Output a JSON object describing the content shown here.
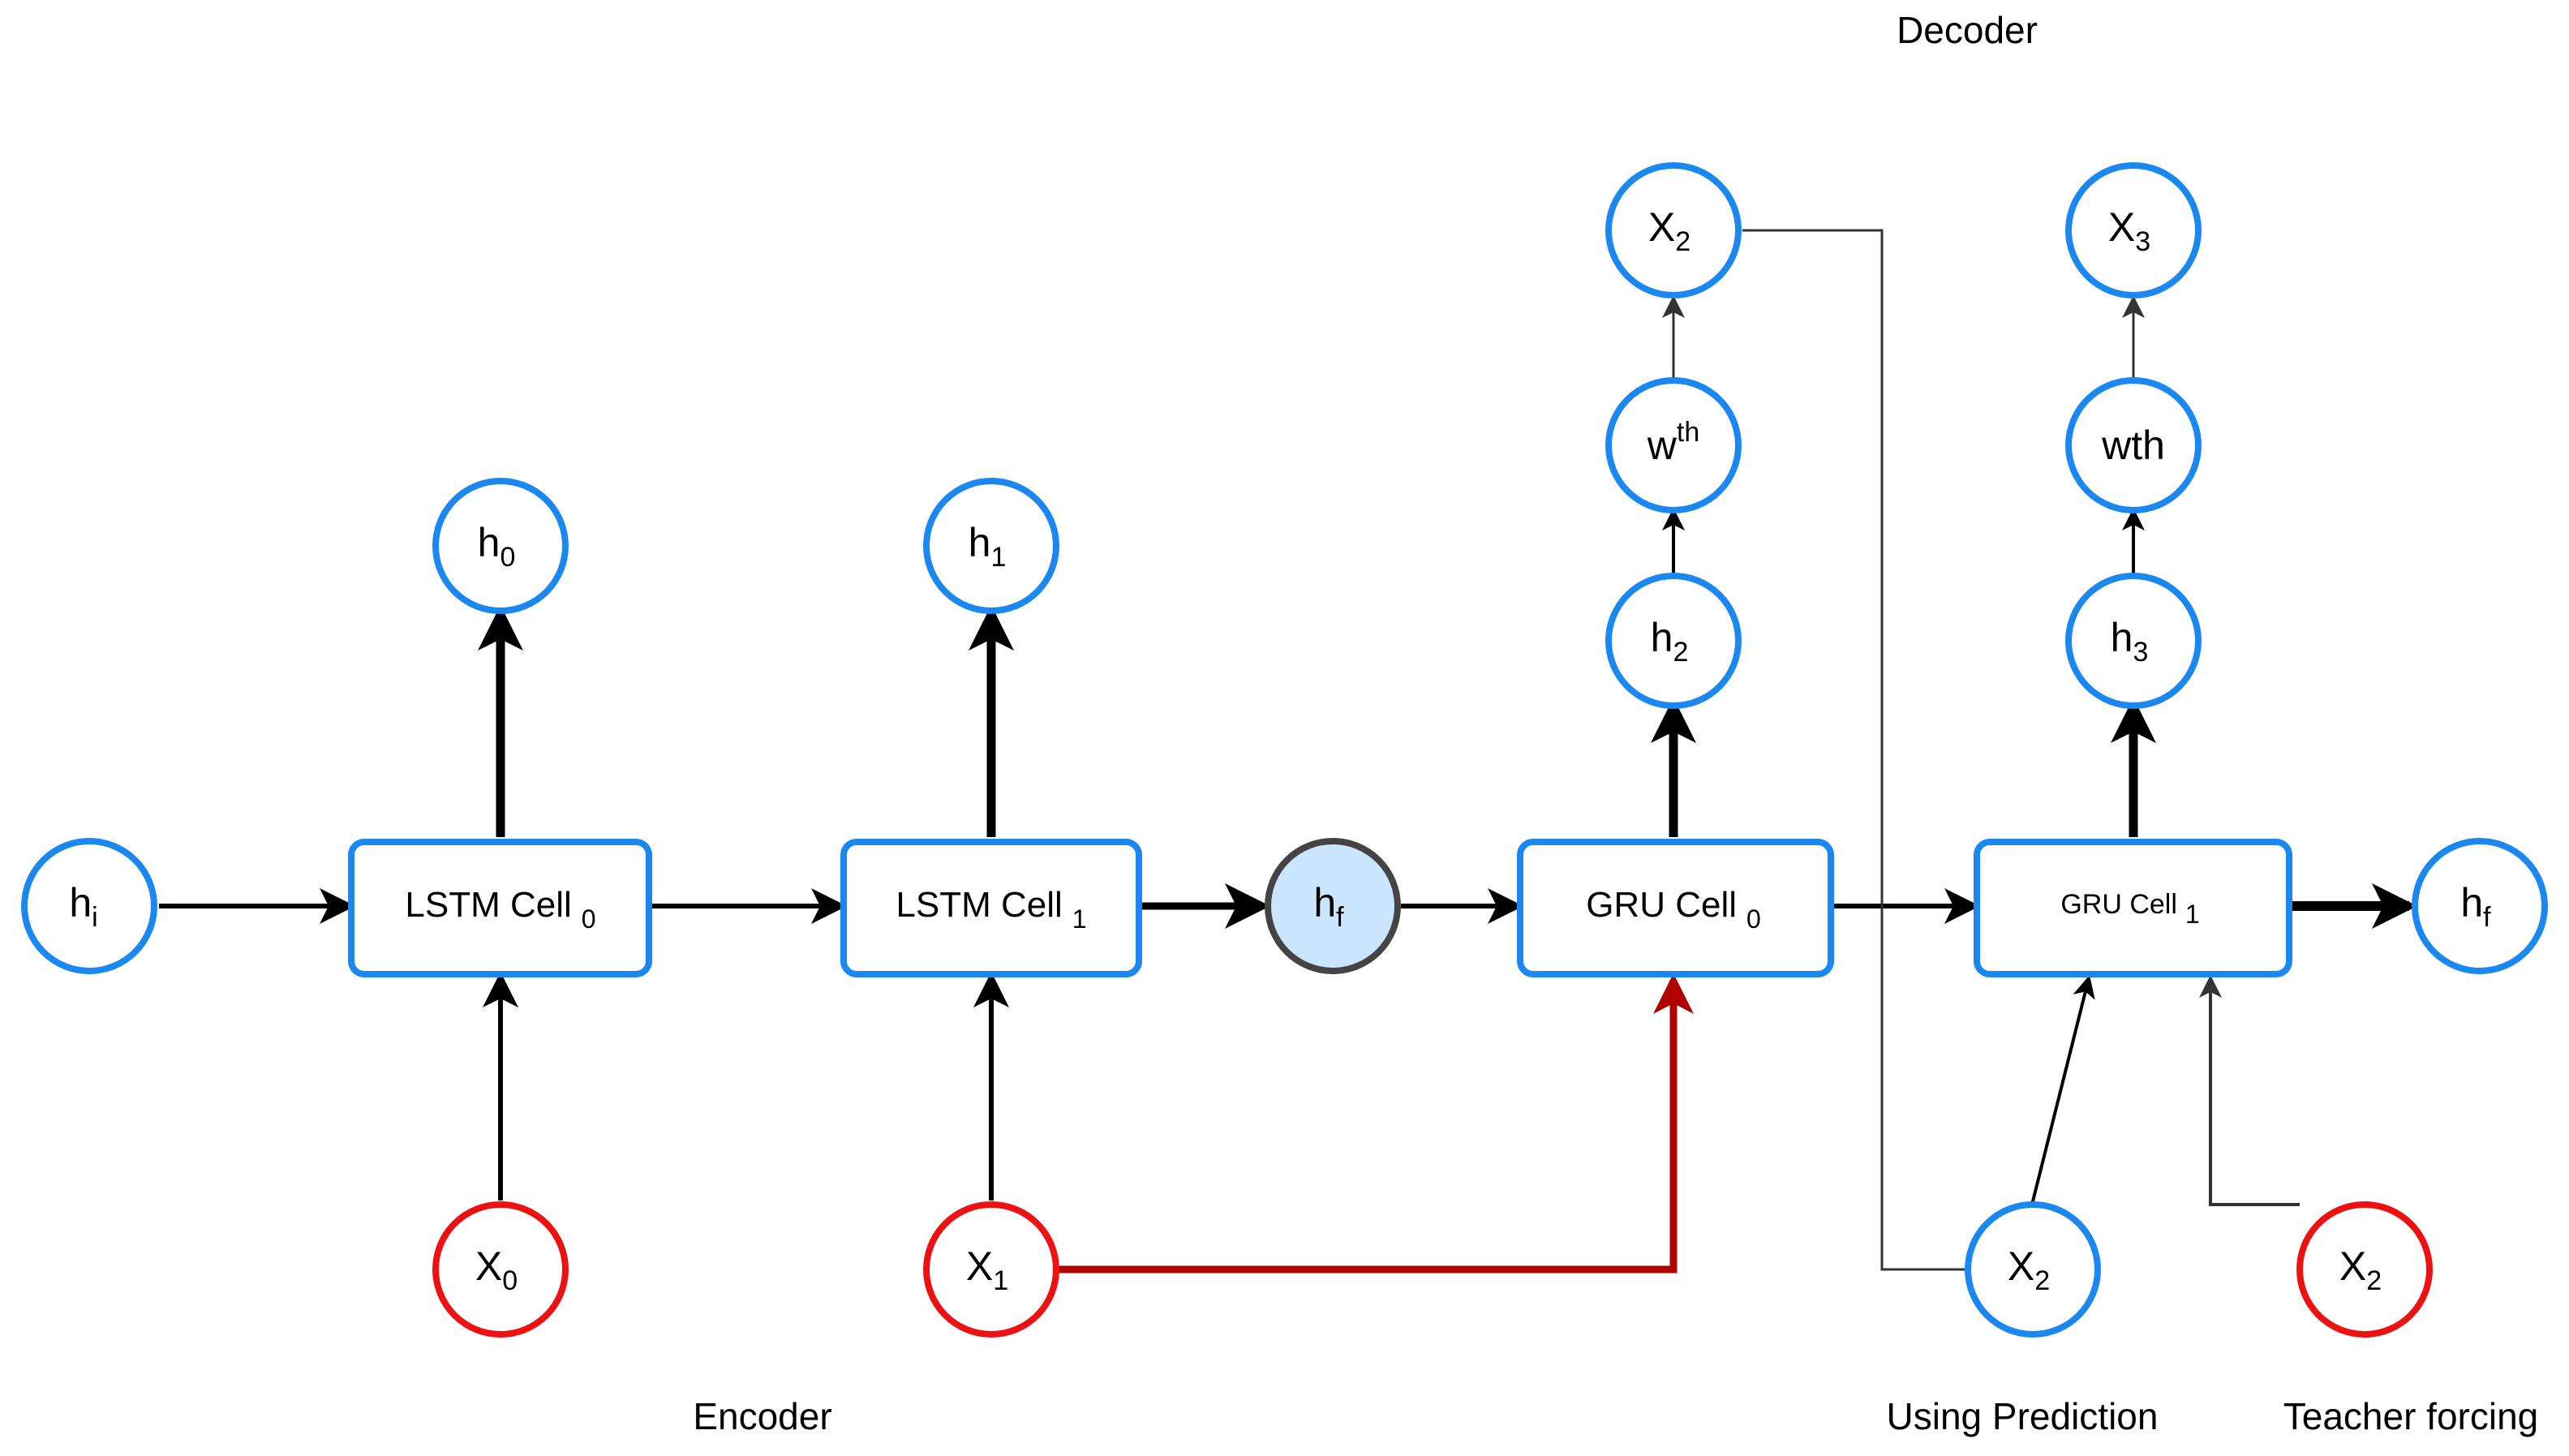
{
  "captions": {
    "encoder": "Encoder",
    "decoder": "Decoder",
    "using_prediction": "Using Prediction",
    "teacher_forcing": "Teacher forcing"
  },
  "cells": {
    "lstm0": {
      "label": "LSTM Cell",
      "sub": "0"
    },
    "lstm1": {
      "label": "LSTM Cell",
      "sub": "1"
    },
    "gru0": {
      "label": "GRU Cell",
      "sub": "0"
    },
    "gru1": {
      "label": "GRU Cell",
      "sub": "1"
    }
  },
  "nodes": {
    "hi": {
      "base": "h",
      "sub": "i"
    },
    "h0": {
      "base": "h",
      "sub": "0"
    },
    "h1": {
      "base": "h",
      "sub": "1"
    },
    "hf_mid": {
      "base": "h",
      "sub": "f"
    },
    "hf_end": {
      "base": "h",
      "sub": "f"
    },
    "h2": {
      "base": "h",
      "sub": "2"
    },
    "h3": {
      "base": "h",
      "sub": "3"
    },
    "wth0": {
      "base": "w",
      "sup": "th"
    },
    "wth1": {
      "base": "wth"
    },
    "x0": {
      "base": "X",
      "sub": "0"
    },
    "x1": {
      "base": "X",
      "sub": "1"
    },
    "x2_out": {
      "base": "X",
      "sub": "2"
    },
    "x3_out": {
      "base": "X",
      "sub": "3"
    },
    "x2_pred": {
      "base": "X",
      "sub": "2"
    },
    "x2_teacher": {
      "base": "X",
      "sub": "2"
    }
  },
  "colors": {
    "blue": "#1a88f0",
    "red": "#ee1111",
    "dark_red": "#b00000",
    "hf_fill": "#cce5ff",
    "hf_stroke": "#444444"
  }
}
